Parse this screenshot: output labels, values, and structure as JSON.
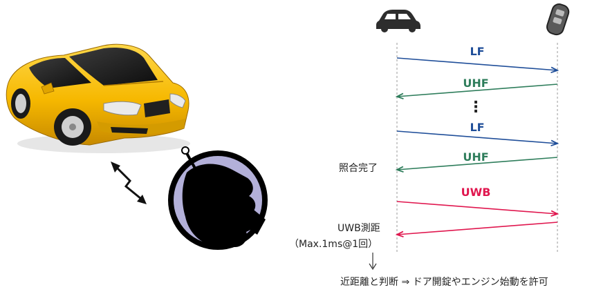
{
  "sequence": {
    "lanes": [
      {
        "name": "car",
        "icon": "car-icon"
      },
      {
        "name": "key-fob",
        "icon": "key-fob-icon"
      }
    ],
    "messages": [
      {
        "label": "LF",
        "direction": "to-key",
        "color": "#1f4e99"
      },
      {
        "label": "UHF",
        "direction": "to-car",
        "color": "#2e7d5b"
      },
      {
        "label": "LF",
        "direction": "to-key",
        "color": "#1f4e99"
      },
      {
        "label": "UHF",
        "direction": "to-car",
        "color": "#2e7d5b"
      },
      {
        "label": "UWB",
        "direction": "to-key",
        "color": "#e0164e"
      },
      {
        "label": "",
        "direction": "to-car",
        "color": "#e0164e"
      }
    ],
    "ellipsis": "⋮",
    "notes": {
      "match_complete": "照合完了",
      "uwb_measure_line1": "UWB測距",
      "uwb_measure_line2": "（Max.1ms@1回）",
      "conclusion": "近距離と判断 ⇒ ドア開錠やエンジン始動を許可"
    }
  },
  "illustration": {
    "car_color": "#f6b800",
    "signal_icon": "zigzag-signal-icon",
    "hand_icon": "hand-with-key-icon"
  }
}
